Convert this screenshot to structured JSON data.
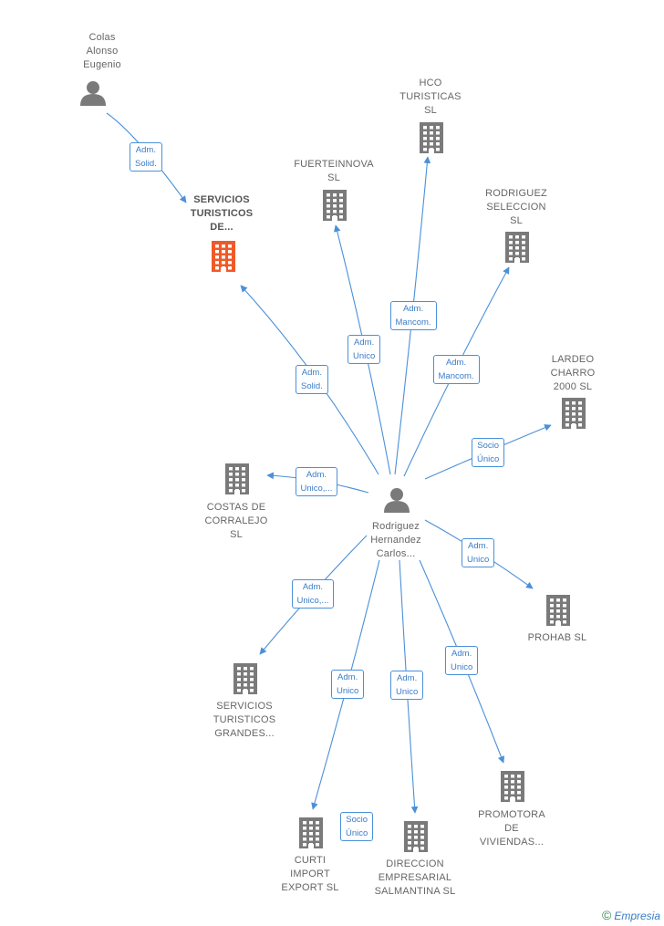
{
  "colors": {
    "edge": "#4a90d9",
    "building": "#7a7a7a",
    "building_highlight": "#f05a28",
    "person": "#7a7a7a"
  },
  "nodes": [
    {
      "id": "colas",
      "label": "Colas\nAlonso\nEugenio",
      "icon": "person-icon"
    },
    {
      "id": "servicios_turisticos",
      "label": "SERVICIOS\nTURISTICOS\nDE...",
      "icon": "building-icon",
      "highlight": true
    },
    {
      "id": "fuerteinnova",
      "label": "FUERTEINNOVA\nSL",
      "icon": "building-icon"
    },
    {
      "id": "hco",
      "label": "HCO\nTURISTICAS\nSL",
      "icon": "building-icon"
    },
    {
      "id": "rodriguez_seleccion",
      "label": "RODRIGUEZ\nSELECCION\nSL",
      "icon": "building-icon"
    },
    {
      "id": "lardeo",
      "label": "LARDEO\nCHARRO\n2000  SL",
      "icon": "building-icon"
    },
    {
      "id": "costas",
      "label": "COSTAS DE\nCORRALEJO\nSL",
      "icon": "building-icon"
    },
    {
      "id": "rodriguez_hernandez",
      "label": "Rodriguez\nHernandez\nCarlos...",
      "icon": "person-icon"
    },
    {
      "id": "prohab",
      "label": "PROHAB  SL",
      "icon": "building-icon"
    },
    {
      "id": "servicios_grandes",
      "label": "SERVICIOS\nTURISTICOS\nGRANDES...",
      "icon": "building-icon"
    },
    {
      "id": "promotora",
      "label": "PROMOTORA\nDE\nVIVIENDAS...",
      "icon": "building-icon"
    },
    {
      "id": "curti",
      "label": "CURTI\nIMPORT\nEXPORT  SL",
      "icon": "building-icon"
    },
    {
      "id": "direccion",
      "label": "DIRECCION\nEMPRESARIAL\nSALMANTINA SL",
      "icon": "building-icon"
    }
  ],
  "edges": [
    {
      "from": "colas",
      "to": "servicios_turisticos",
      "label": "Adm.\nSolid."
    },
    {
      "from": "rodriguez_hernandez",
      "to": "servicios_turisticos",
      "label": "Adm.\nSolid."
    },
    {
      "from": "rodriguez_hernandez",
      "to": "fuerteinnova",
      "label": "Adm.\nUnico"
    },
    {
      "from": "rodriguez_hernandez",
      "to": "hco",
      "label": "Adm.\nMancom."
    },
    {
      "from": "rodriguez_hernandez",
      "to": "rodriguez_seleccion",
      "label": "Adm.\nMancom."
    },
    {
      "from": "rodriguez_hernandez",
      "to": "lardeo",
      "label": "Socio\nÚnico"
    },
    {
      "from": "rodriguez_hernandez",
      "to": "costas",
      "label": "Adm.\nUnico,..."
    },
    {
      "from": "rodriguez_hernandez",
      "to": "prohab",
      "label": "Adm.\nUnico"
    },
    {
      "from": "rodriguez_hernandez",
      "to": "servicios_grandes",
      "label": "Adm.\nUnico,..."
    },
    {
      "from": "rodriguez_hernandez",
      "to": "promotora",
      "label": "Adm.\nUnico"
    },
    {
      "from": "rodriguez_hernandez",
      "to": "curti",
      "label": "Adm.\nUnico"
    },
    {
      "from": "rodriguez_hernandez",
      "to": "direccion",
      "label": "Adm.\nUnico"
    }
  ],
  "extra_labels": [
    {
      "label": "Socio\nÚnico"
    }
  ],
  "footer": {
    "copyright": "©",
    "brand": "Empresia"
  }
}
